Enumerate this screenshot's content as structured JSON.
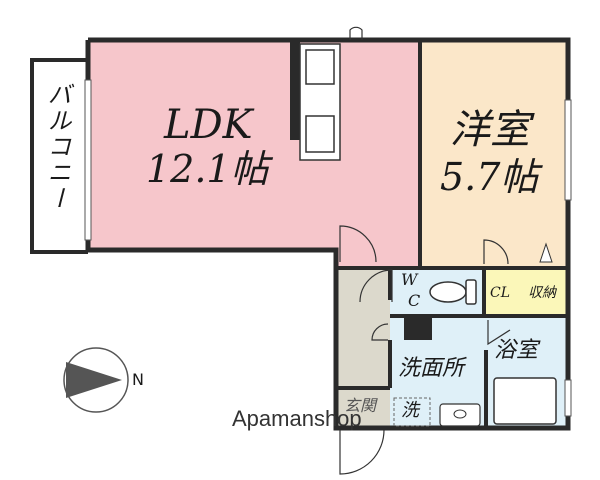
{
  "rooms": {
    "ldk": {
      "name": "LDK",
      "size": "12.1帖"
    },
    "western": {
      "name": "洋室",
      "size": "5.7帖"
    },
    "balcony": {
      "name": "バルコニー"
    },
    "wc": {
      "line1": "W",
      "line2": "C"
    },
    "closet": {
      "code": "CL",
      "name": "収納"
    },
    "bath": {
      "name": "浴室"
    },
    "washroom": {
      "name": "洗面所"
    },
    "entrance": {
      "name": "玄関"
    },
    "washer": {
      "name": "洗"
    }
  },
  "compass": {
    "label": "N"
  },
  "watermark": "Apamanshop",
  "colors": {
    "ldk": "#f6c6cb",
    "western": "#fbe7c9",
    "wet": "#dff0f8",
    "closet": "#fbf7b9",
    "entrance": "#dcd9cc",
    "wall": "#2a2a2a"
  }
}
